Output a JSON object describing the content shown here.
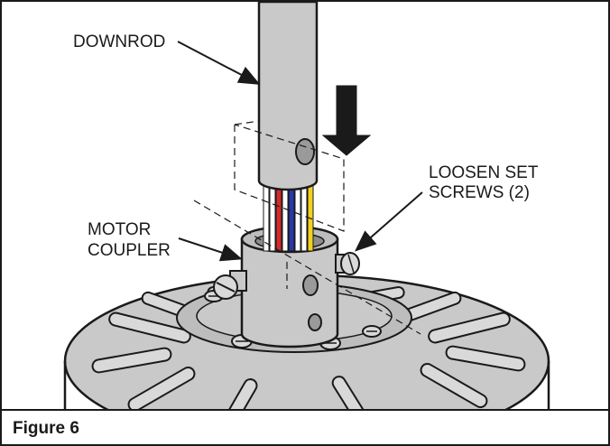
{
  "figure": {
    "caption": "Figure 6"
  },
  "labels": {
    "downrod": "DOWNROD",
    "loosen_set_screws_line1": "LOOSEN SET",
    "loosen_set_screws_line2": "SCREWS (2)",
    "motor_coupler_line1": "MOTOR",
    "motor_coupler_line2": "COUPLER"
  },
  "colors": {
    "metal_fill": "#c9c9c9",
    "metal_dark": "#a8a8a8",
    "outline": "#1a1a1a",
    "wire_red": "#d42a2a",
    "wire_blue": "#2b36a8",
    "wire_yellow": "#f2d21e",
    "wire_white": "#ffffff",
    "frame_border": "#1a1a1a"
  }
}
